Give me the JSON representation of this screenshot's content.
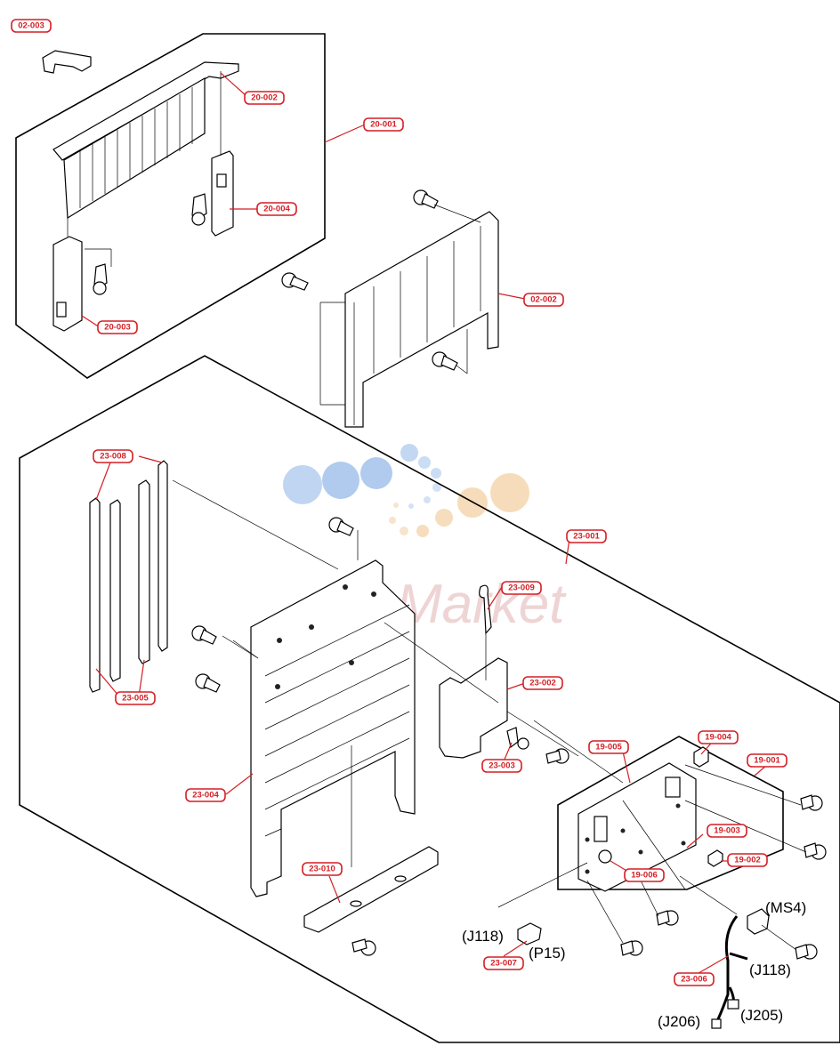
{
  "callouts": [
    {
      "id": "02-003",
      "label": "02-003"
    },
    {
      "id": "20-002",
      "label": "20-002"
    },
    {
      "id": "20-001",
      "label": "20-001"
    },
    {
      "id": "20-004",
      "label": "20-004"
    },
    {
      "id": "20-003",
      "label": "20-003"
    },
    {
      "id": "02-002",
      "label": "02-002"
    },
    {
      "id": "23-008",
      "label": "23-008"
    },
    {
      "id": "23-001",
      "label": "23-001"
    },
    {
      "id": "23-009",
      "label": "23-009"
    },
    {
      "id": "23-002",
      "label": "23-002"
    },
    {
      "id": "23-005",
      "label": "23-005"
    },
    {
      "id": "23-003",
      "label": "23-003"
    },
    {
      "id": "19-005",
      "label": "19-005"
    },
    {
      "id": "19-004",
      "label": "19-004"
    },
    {
      "id": "19-001",
      "label": "19-001"
    },
    {
      "id": "23-004",
      "label": "23-004"
    },
    {
      "id": "19-003",
      "label": "19-003"
    },
    {
      "id": "19-002",
      "label": "19-002"
    },
    {
      "id": "19-006",
      "label": "19-006"
    },
    {
      "id": "23-010",
      "label": "23-010"
    },
    {
      "id": "23-007",
      "label": "23-007"
    },
    {
      "id": "23-006",
      "label": "23-006"
    }
  ],
  "connectors": [
    {
      "id": "MS4",
      "label": "(MS4)"
    },
    {
      "id": "J118a",
      "label": "(J118)"
    },
    {
      "id": "P15",
      "label": "(P15)"
    },
    {
      "id": "J118b",
      "label": "(J118)"
    },
    {
      "id": "J206",
      "label": "(J206)"
    },
    {
      "id": "J205",
      "label": "(J205)"
    }
  ],
  "watermark": {
    "brand": "Market"
  },
  "colors": {
    "callout": "#d41f25",
    "line": "#000000",
    "watermark_blue": "#9ec1ea",
    "watermark_orange": "#f6d9b3",
    "watermark_red": "#e3b3b3"
  }
}
